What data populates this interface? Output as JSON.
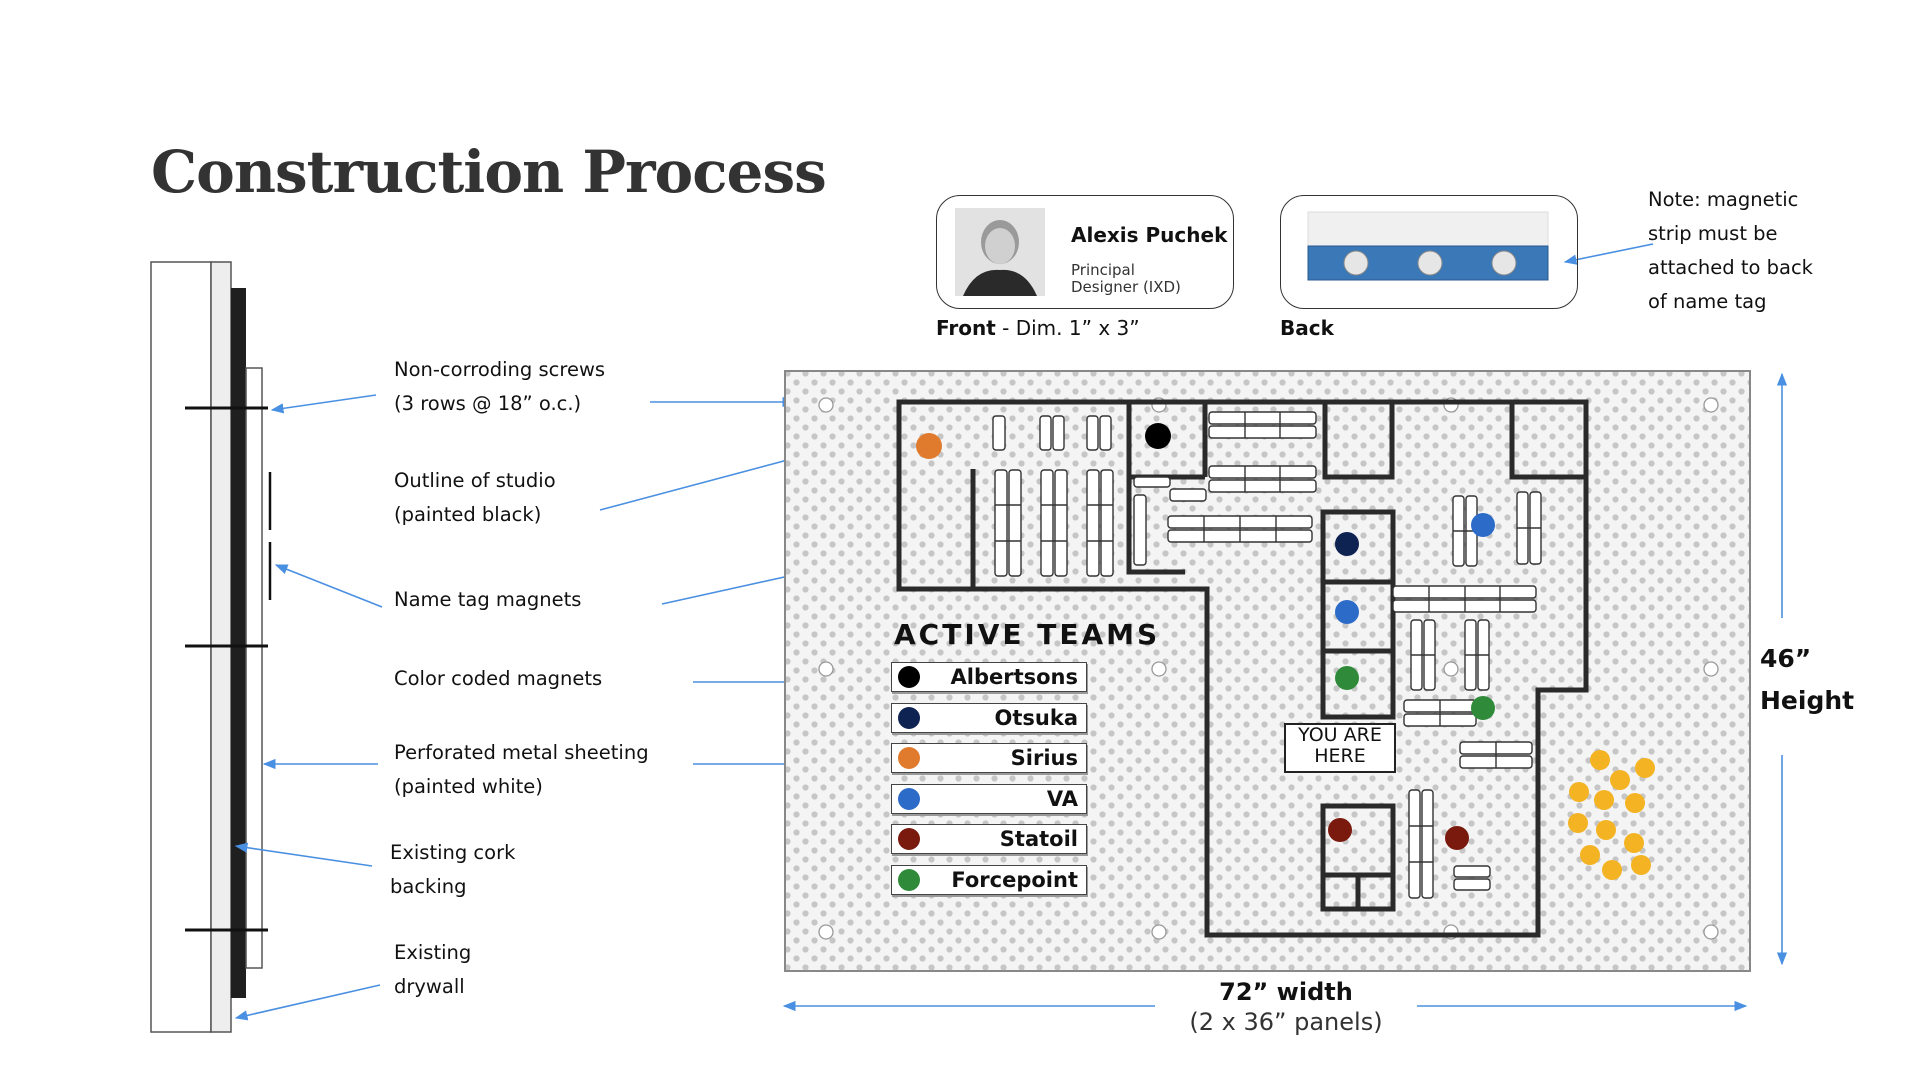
{
  "title": "Construction Process",
  "labels": {
    "screws": [
      "Non-corroding screws",
      "(3 rows @ 18” o.c.)"
    ],
    "outline": [
      "Outline of studio",
      "(painted black)"
    ],
    "name_tag_magnets": [
      "Name tag magnets"
    ],
    "color_magnets": [
      "Color coded magnets"
    ],
    "metal": [
      "Perforated metal sheeting",
      "(painted white)"
    ],
    "cork": [
      "Existing cork",
      "backing"
    ],
    "drywall": [
      "Existing",
      "drywall"
    ]
  },
  "name_tag": {
    "name": "Alexis Puchek",
    "role_lines": [
      "Principal",
      "Designer (IXD)"
    ],
    "front_caption_bold": "Front",
    "front_caption_rest": " - Dim. 1” x 3”",
    "back_caption": "Back",
    "note_lines": [
      "Note: magnetic",
      "strip must be",
      "attached to back",
      "of name tag"
    ]
  },
  "board": {
    "width_label": "72” width",
    "panels_label": "(2 x 36” panels)",
    "height_value": "46”",
    "height_label": "Height",
    "teams_title": "ACTIVE TEAMS",
    "teams": [
      {
        "name": "Albertsons",
        "color": "#000000"
      },
      {
        "name": "Otsuka",
        "color": "#0f2352"
      },
      {
        "name": "Sirius",
        "color": "#e07b2e"
      },
      {
        "name": "VA",
        "color": "#2d6bc9"
      },
      {
        "name": "Statoil",
        "color": "#7a1a0e"
      },
      {
        "name": "Forcepoint",
        "color": "#2f8a3a"
      }
    ],
    "you_are_here": [
      "YOU ARE",
      "HERE"
    ]
  },
  "colors": {
    "arrow": "#4a90e2",
    "outline": "#2a2a2a",
    "board_bg": "#f3f3f3",
    "perforation": "#c8c8c8",
    "magnet_strip": "#3a78b8"
  },
  "icons": [
    "avatar-photo",
    "emoji-cluster",
    "screw-icon"
  ]
}
